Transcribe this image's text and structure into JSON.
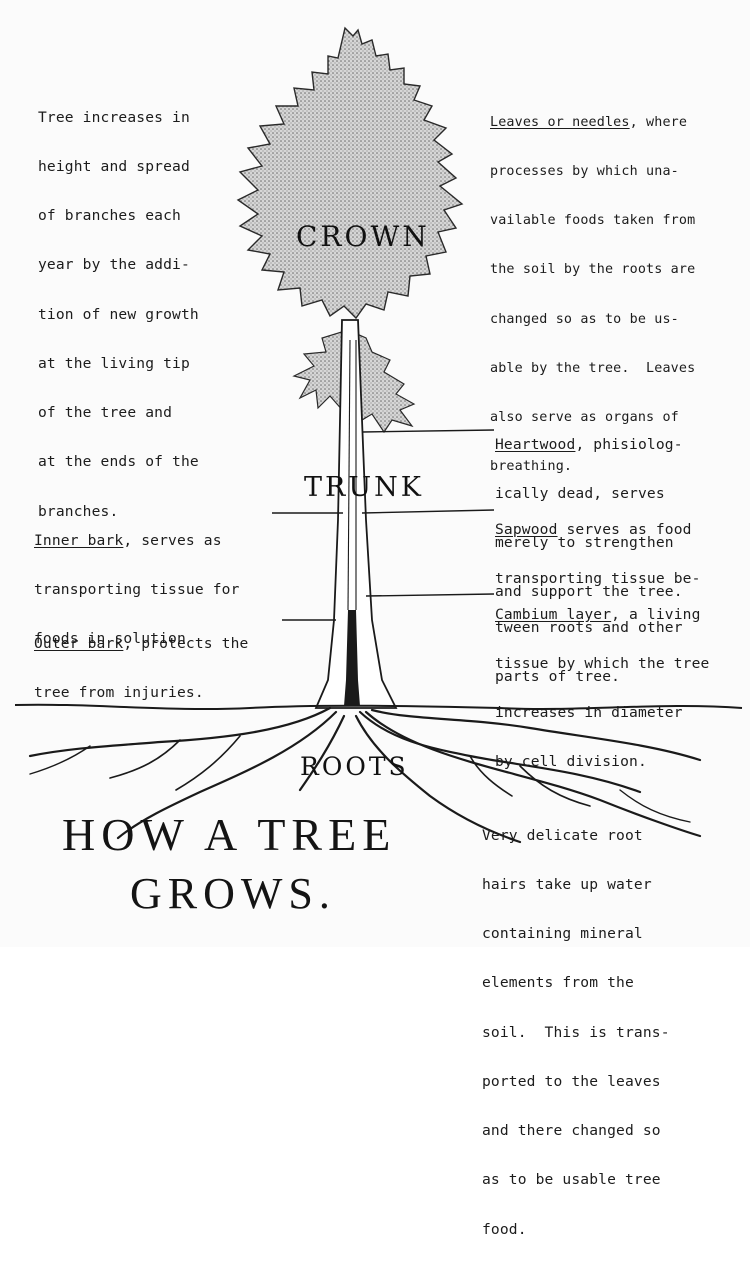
{
  "labels": {
    "crown": "CROWN",
    "trunk": "TRUNK",
    "roots": "ROOTS",
    "title_line1": "HOW A TREE",
    "title_line2": "GROWS."
  },
  "notes": {
    "growth": [
      "Tree increases in",
      "height and spread",
      "of branches each",
      "year by the addi-",
      "tion of new growth",
      "at the living tip",
      "of the tree and",
      "at the ends of the",
      "branches."
    ],
    "leaves_head": "Leaves or needles",
    "leaves_rest": ", where",
    "leaves_lines": [
      "processes by which una-",
      "vailable foods taken from",
      "the soil by the roots are",
      "changed so as to be us-",
      "able by the tree.  Leaves",
      "also serve as organs of",
      "breathing."
    ],
    "heartwood_head": "Heartwood",
    "heartwood_rest": ", phisiolog-",
    "heartwood_lines": [
      "ically dead, serves",
      "merely to strengthen",
      "and support the tree."
    ],
    "inner_bark_head": "Inner bark",
    "inner_bark_rest": ", serves as",
    "inner_bark_lines": [
      "transporting tissue for",
      "foods in solution"
    ],
    "sapwood_head": "Sapwood",
    "sapwood_rest": " serves as food",
    "sapwood_lines": [
      "transporting tissue be-",
      "tween roots and other",
      "parts of tree."
    ],
    "cambium_head": "Cambium layer",
    "cambium_rest": ", a living",
    "cambium_lines": [
      "tissue by which the tree",
      "increases in diameter",
      "by cell division."
    ],
    "outer_bark_head": "Outer bark",
    "outer_bark_rest": ", protects the",
    "outer_bark_lines": [
      "tree from injuries."
    ],
    "root_hairs": [
      "Very delicate root",
      "hairs take up water",
      "containing mineral",
      "elements from the",
      "soil.  This is trans-",
      "ported to the leaves",
      "and there changed so",
      "as to be usable tree",
      "food."
    ]
  },
  "colors": {
    "ink": "#111111",
    "crown_fill": "#c9c9c9",
    "paper": "#fbfbfb"
  }
}
